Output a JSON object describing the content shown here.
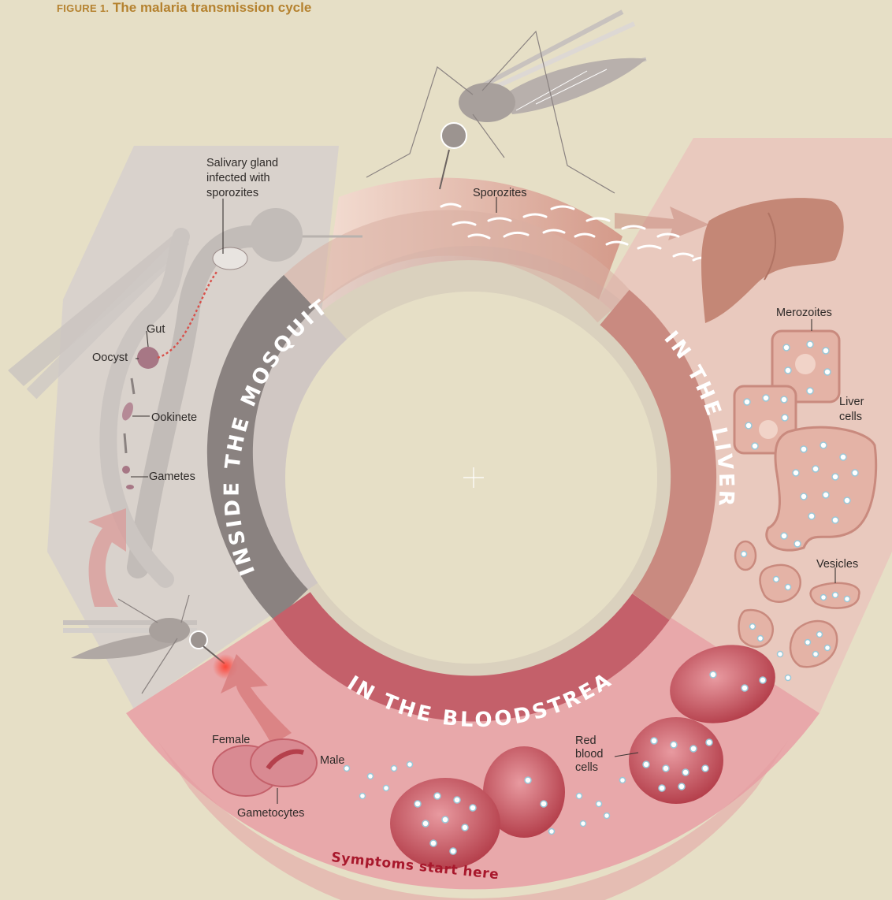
{
  "figure": {
    "number": "FIGURE 1.",
    "title": "The malaria transmission cycle"
  },
  "stages": {
    "mosquito": "INSIDE THE MOSQUITO",
    "liver": "IN THE LIVER",
    "bloodstream": "IN THE BLOODSTREAM"
  },
  "labels": {
    "salivary_line1": "Salivary gland",
    "salivary_line2": "infected with",
    "salivary_line3": "sporozites",
    "gut": "Gut",
    "oocyst": "Oocyst",
    "ookinete": "Ookinete",
    "gametes": "Gametes",
    "sporozites": "Sporozites",
    "merozoites": "Merozoites",
    "liver_cells_line1": "Liver",
    "liver_cells_line2": "cells",
    "vesicles": "Vesicles",
    "red_blood_cells_line1": "Red",
    "red_blood_cells_line2": "blood",
    "red_blood_cells_line3": "cells",
    "female": "Female",
    "male": "Male",
    "gametocytes": "Gametocytes",
    "symptoms": "Symptoms start here"
  },
  "colors": {
    "background": "#e6dfc6",
    "mosquito_segment": "#8a8280",
    "liver_segment": "#c98a80",
    "bloodstream_segment": "#c4606a",
    "title_color": "#b5822f",
    "symptoms_color": "#a8182c"
  }
}
